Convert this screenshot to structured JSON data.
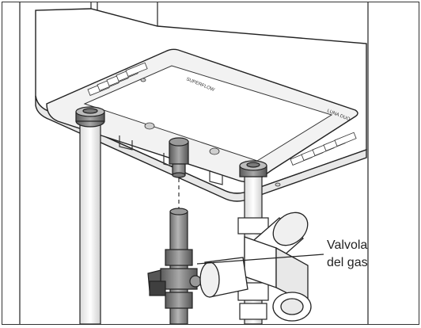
{
  "callout": {
    "line1": "Valvola",
    "line2": "del gas"
  },
  "boiler": {
    "brand_mark": "SUPERFLOW",
    "model_mark": "LUNA DUO"
  },
  "colors": {
    "outline": "#222222",
    "pipe_gray": "#8a8a8a",
    "pipe_dark": "#6b6b6b",
    "shade": "#e6e6e6",
    "light": "#f4f4f4"
  }
}
